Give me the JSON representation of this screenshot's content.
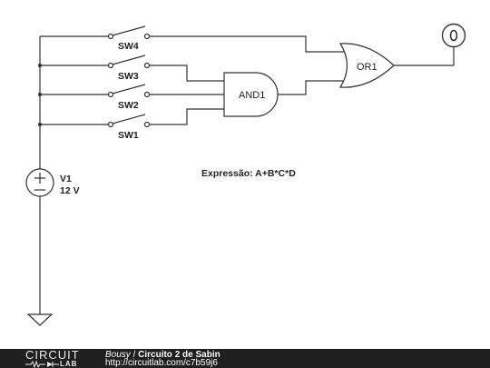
{
  "diagram": {
    "switches": [
      "SW4",
      "SW3",
      "SW2",
      "SW1"
    ],
    "and_gate": "AND1",
    "or_gate": "OR1",
    "source": {
      "name": "V1",
      "value": "12 V"
    },
    "expression": "Expressão: A+B*C*D"
  },
  "footer": {
    "logo_top": "CIRCUIT",
    "logo_bottom": "LAB",
    "author": "Bousy",
    "separator": " / ",
    "title": "Circuito 2 de Sabin",
    "url": "http://circuitlab.com/c7b59j6"
  }
}
